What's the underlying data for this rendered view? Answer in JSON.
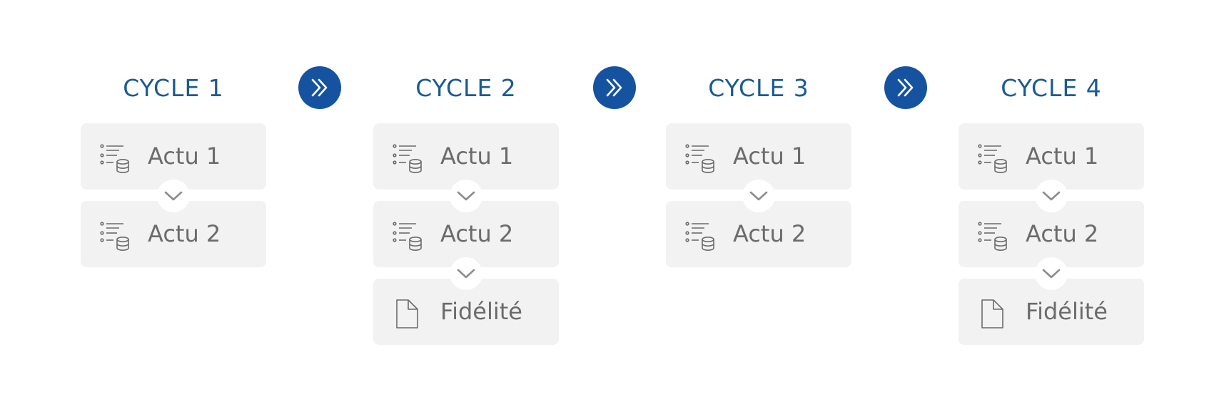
{
  "colors": {
    "accent": "#1553a0",
    "title": "#1b5a93",
    "card_bg": "#f2f2f2",
    "text": "#6b6b6b"
  },
  "cycles": [
    {
      "title": "CYCLE 1",
      "steps": [
        {
          "label": "Actu 1",
          "icon": "list-database-icon"
        },
        {
          "label": "Actu 2",
          "icon": "list-database-icon"
        }
      ]
    },
    {
      "title": "CYCLE 2",
      "steps": [
        {
          "label": "Actu 1",
          "icon": "list-database-icon"
        },
        {
          "label": "Actu 2",
          "icon": "list-database-icon"
        },
        {
          "label": "Fidélité",
          "icon": "document-icon"
        }
      ]
    },
    {
      "title": "CYCLE 3",
      "steps": [
        {
          "label": "Actu 1",
          "icon": "list-database-icon"
        },
        {
          "label": "Actu 2",
          "icon": "list-database-icon"
        }
      ]
    },
    {
      "title": "CYCLE 4",
      "steps": [
        {
          "label": "Actu 1",
          "icon": "list-database-icon"
        },
        {
          "label": "Actu 2",
          "icon": "list-database-icon"
        },
        {
          "label": "Fidélité",
          "icon": "document-icon"
        }
      ]
    }
  ],
  "connectors": [
    {
      "icon": "double-chevron-right-icon"
    },
    {
      "icon": "double-chevron-right-icon"
    },
    {
      "icon": "double-chevron-right-icon"
    }
  ]
}
